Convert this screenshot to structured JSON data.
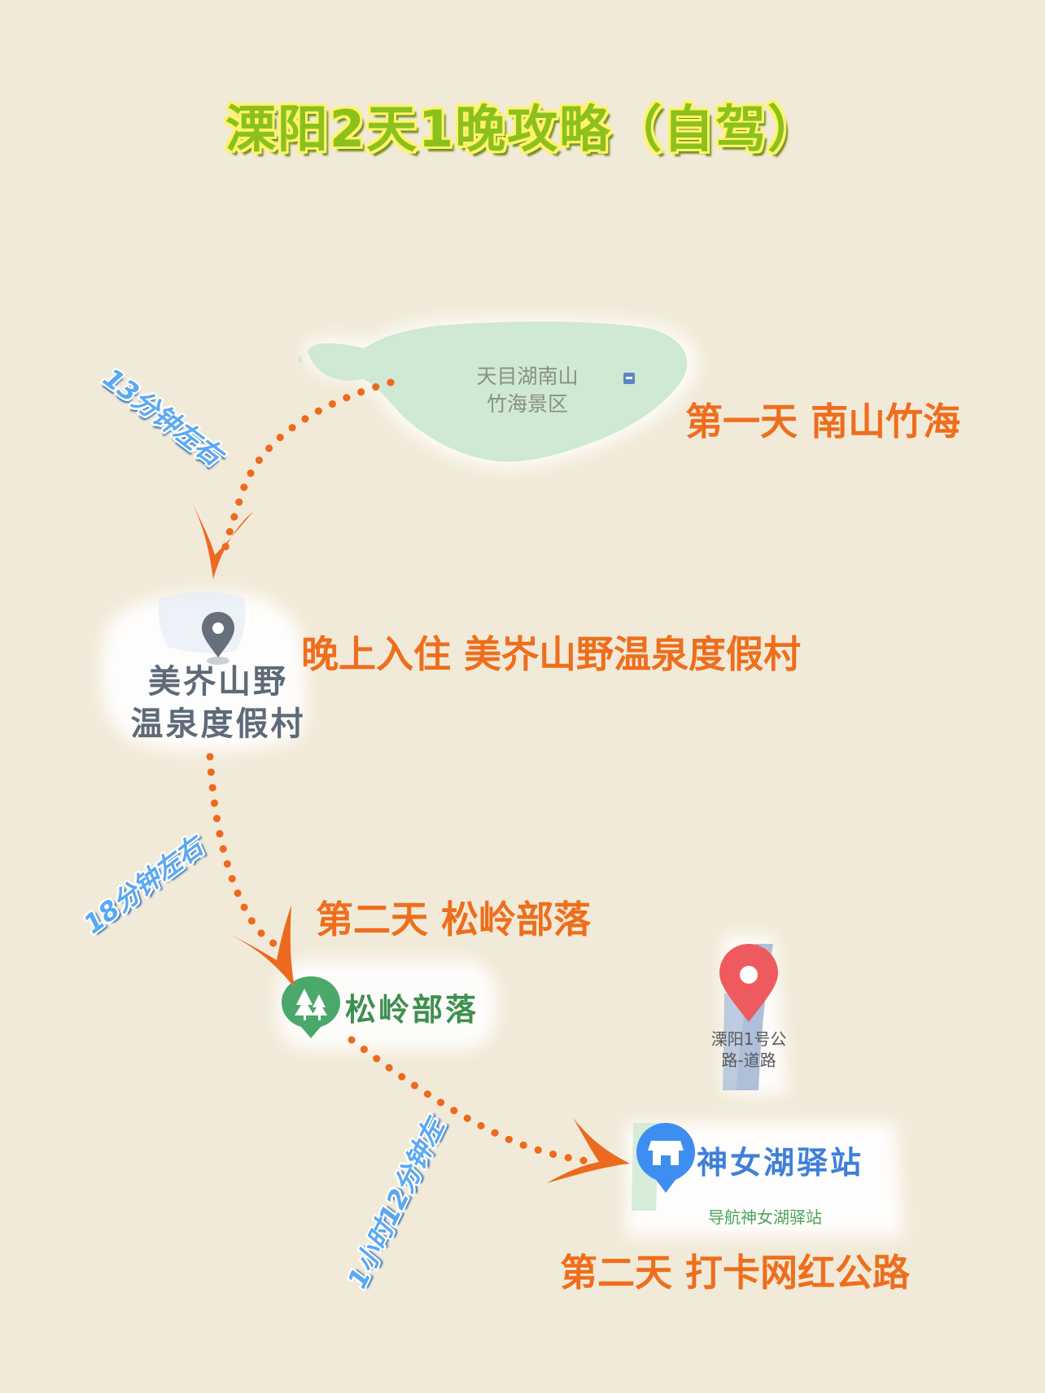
{
  "title": "溧阳2天1晚攻略（自驾）",
  "lake": {
    "line1": "天目湖南山",
    "line2": "竹海景区"
  },
  "resort": {
    "line1": "美岕山野",
    "line2": "温泉度假村"
  },
  "songling": {
    "name": "松岭部落"
  },
  "shennv": {
    "name": "神女湖驿站",
    "nav": "导航神女湖驿站"
  },
  "road": {
    "line1": "溧阳1号公",
    "line2": "路-道路"
  },
  "labels": {
    "day1": "第一天 南山竹海",
    "night": "晚上入住 美岕山野温泉度假村",
    "day2a": "第二天 松岭部落",
    "day2b": "第二天 打卡网红公路"
  },
  "durations": {
    "d1": "13分钟左右",
    "d2": "18分钟左右",
    "d3": "1小时12分钟左"
  },
  "colors": {
    "background": "#f2ead8",
    "route_dots": "#ec6a1f",
    "accent_orange": "#ee6e1d",
    "duration_blue": "#5aa8f2",
    "lake_green": "#cfe9d2",
    "title_green": "#8cc11d"
  },
  "icons": {
    "resort": "location-pin-icon",
    "songling": "forest-pin-icon",
    "shennv": "shop-pin-icon",
    "road": "red-pin-icon",
    "lake": "gate-icon"
  }
}
